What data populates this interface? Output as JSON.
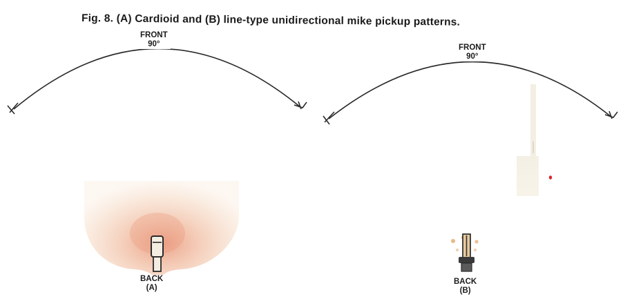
{
  "figure": {
    "caption": "Fig. 8. (A) Cardioid and (B) line-type unidirectional mike pickup patterns."
  },
  "panel_a": {
    "front_label": "FRONT",
    "angle_label": "90°",
    "back_label": "BACK",
    "panel_label": "(A)"
  },
  "panel_b": {
    "front_label": "FRONT",
    "angle_label": "90°",
    "back_label": "BACK",
    "panel_label": "(B)"
  },
  "colors": {
    "ink": "#2a2a2a",
    "pattern_fill": "#f3d3b8",
    "pattern_core": "#ec9f86"
  }
}
